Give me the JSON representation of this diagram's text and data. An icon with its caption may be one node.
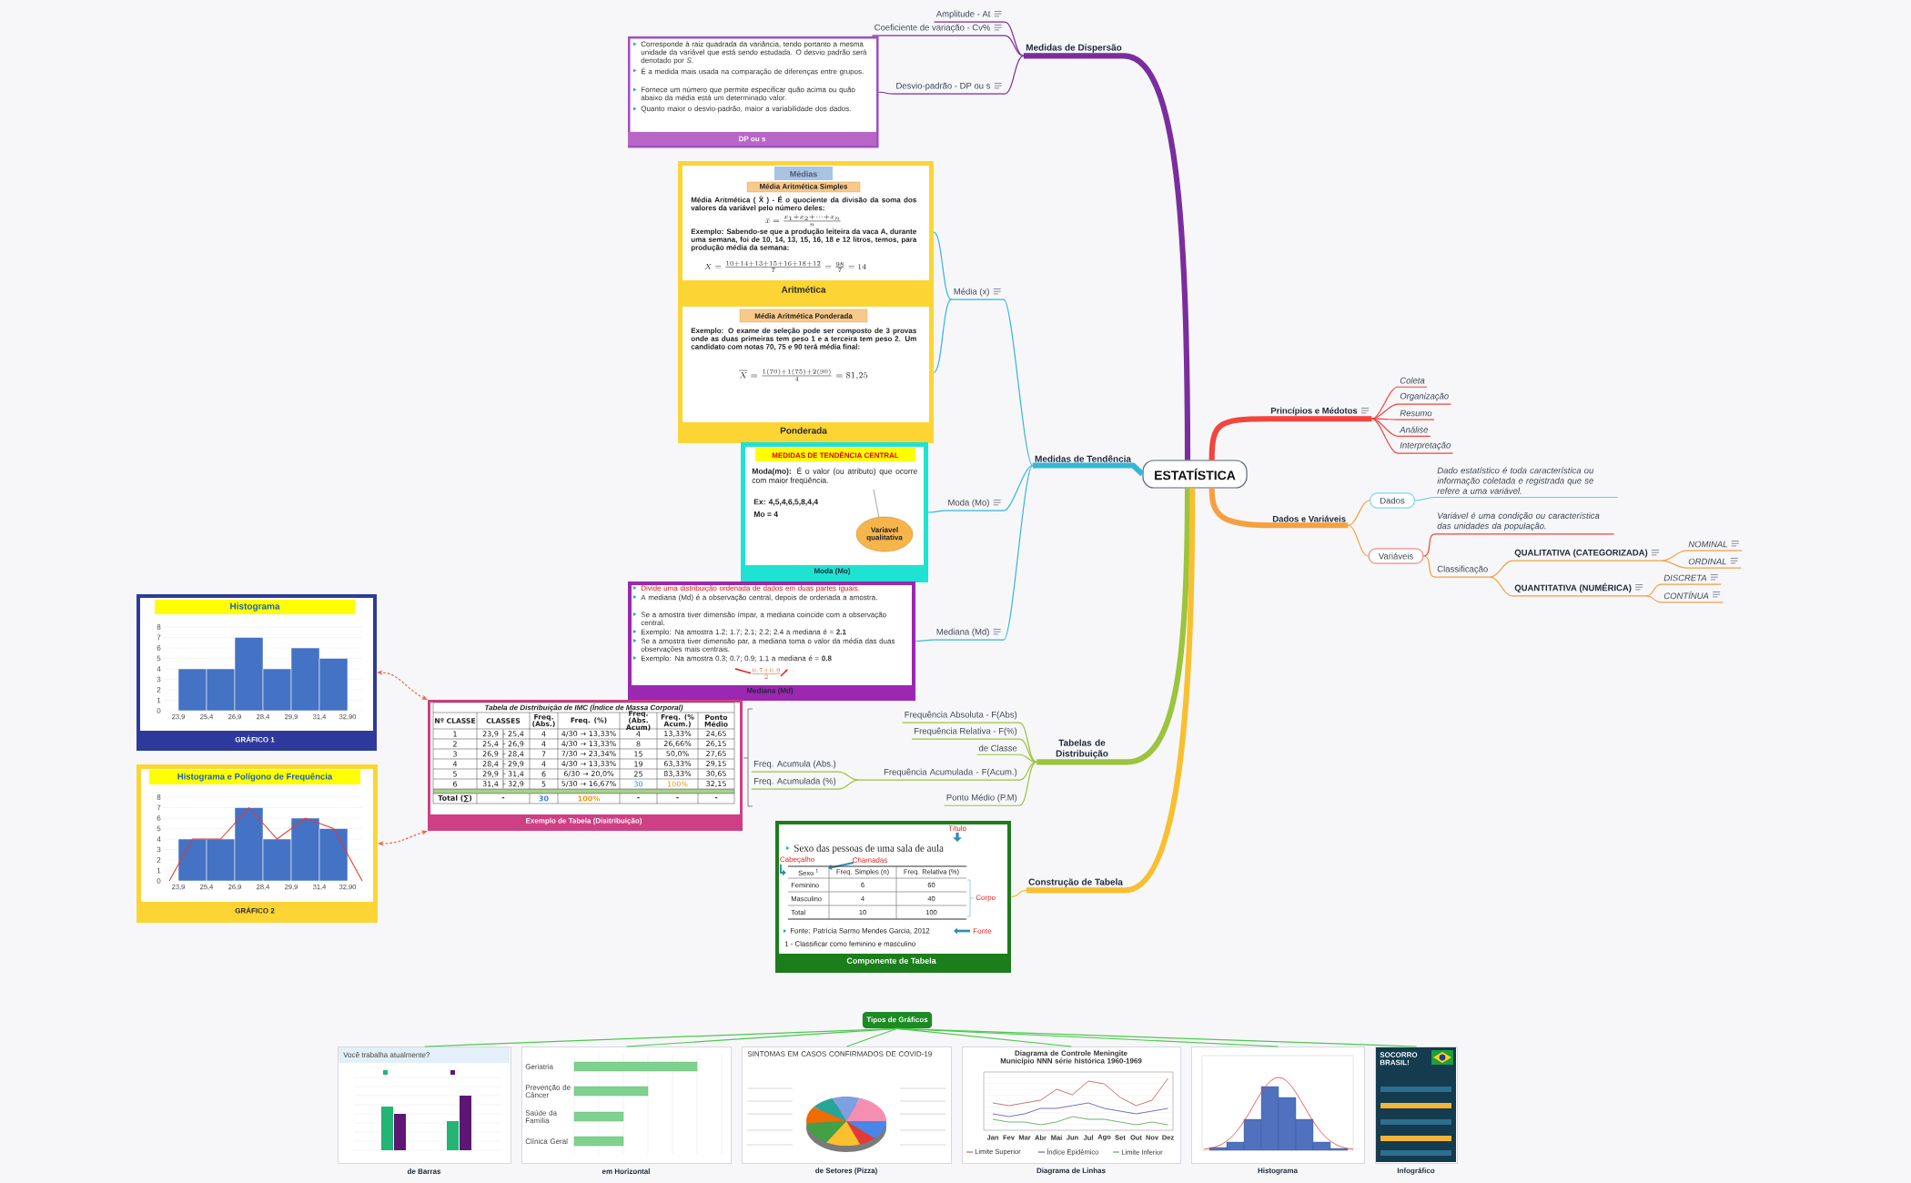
{
  "diagram": {
    "nodes": [
      {
        "text": [
          "ESTATÍSTICA"
        ]
      },
      {
        "text": [
          "Medidas de Dispersão"
        ]
      },
      {
        "text": [
          "Amplitude - At"
        ]
      },
      {
        "text": [
          "Coeficiente de variação - Cv%"
        ]
      },
      {
        "text": [
          "Desvio-padrão - DP ou s"
        ]
      },
      {
        "text": [
          "Corresponde à raiz quadrada da variância, tendo portanto a mesma unidade da variável que está sendo estudada. O desvio padrão será denotado por *S*.",
          "É a medida mais usada na comparação de diferenças entre grupos.",
          "Fornece um número que permite especificar quão acima ou quão abaixo da média está um determinado valor.",
          "Quanto maior o desvio-padrão, maior a variabilidade dos dados.",
          "DP ou s"
        ]
      },
      {
        "text": [
          "Medidas de Tendência"
        ]
      },
      {
        "text": [
          "Média (x)"
        ]
      },
      {
        "text": [
          "Médias",
          "Média Aritmética Simples",
          "Média Aritmética ( X̄ ) - É o quociente da divisão da soma dos valores da variável pelo número deles:",
          "\\bar{x}=\\frac{x_1+x_2+\\cdots+x_n}{n}",
          "Exemplo: Sabendo-se que a produção leiteira da vaca A, durante uma semana, foi de 10, 14, 13, 15, 16, 18 e 12 litros, temos, para produção média da semana:",
          "X=\\frac{10+14+13+15+16+18+12}{7}=\\frac{98}{7}=14",
          "Aritmética"
        ]
      },
      {
        "text": [
          "Média Aritmética Ponderada",
          "Exemplo: O exame de seleção pode ser composto de 3 provas onde as duas primeiras tem peso 1 e a terceira tem peso 2. Um candidato com notas 70, 75 e 90 terá média final:",
          "\\overline{X}=\\frac{1(70)+1(75)+2(90)}{4}=81{,}25",
          "Ponderada"
        ]
      },
      {
        "text": [
          "Moda (Mo)"
        ]
      },
      {
        "text": [
          "MEDIDAS DE TENDÊNCIA CENTRAL",
          "**Moda(mo):** É o valor (ou atributo) que ocorre com maior freqüência.",
          "Ex: 4,5,4,6,5,8,4,4",
          "Mo = 4",
          "Variavel qualitativa",
          "Moda (Mo)"
        ]
      },
      {
        "text": [
          "Mediana (Md)"
        ]
      },
      {
        "text": [
          "Divide uma distribuição ordenada de dados em duas partes iguais.",
          "A mediana (Md) é a observação central, depois de ordenada a amostra.",
          "Se a amostra tiver dimensão ímpar, a mediana coincide com a observação central.",
          "Exemplo: Na amostra 1.2; 1.7; 2.1; 2.2; 2.4 a mediana é = **2.1**",
          "Se a amostra tiver dimensão par, a mediana toma o valor da média das duas observações mais centrais.",
          "Exemplo: Na amostra 0.3; 0.7; 0.9; 1.1 a mediana é = **0.8**",
          "\\frac{0.7+0.9}{2}",
          "Mediana (Md)"
        ]
      },
      {
        "text": [
          "Tabelas de Distribuição"
        ]
      },
      {
        "text": [
          "Frequência Absoluta - F(Abs)"
        ]
      },
      {
        "text": [
          "Frequência Relativa - F(%)"
        ]
      },
      {
        "text": [
          "de Classe"
        ]
      },
      {
        "text": [
          "Frequência Acumulada - F(Acum.)"
        ]
      },
      {
        "text": [
          "Freq. Acumula (Abs.)"
        ]
      },
      {
        "text": [
          "Freq. Acumulada (%)"
        ]
      },
      {
        "text": [
          "Ponto Médio (P.M)"
        ]
      },
      {
        "text": [
          "Tabela de Distribuição de IMC (Índice de Massa Corporal)",
          "Nº CLASSE",
          "CLASSES",
          "Freq. (Abs.)",
          "Freq. (%)",
          "Freq. (Abs. Acum)",
          "Freq. (% Acum.)",
          "Ponto Médio",
          "1",
          "23,9 ├ 25,4",
          "4",
          "4/30 → 13,33%",
          "4",
          "13,33%",
          "24,65",
          "2",
          "25,4 ├ 26,9",
          "4",
          "4/30 → 13,33%",
          "8",
          "26,66%",
          "26,15",
          "3",
          "26,9 ├ 28,4",
          "7",
          "7/30 → 23,34%",
          "15",
          "50,0%",
          "27,65",
          "4",
          "28,4 ├ 29,9",
          "4",
          "4/30 → 13,33%",
          "19",
          "63,33%",
          "29,15",
          "5",
          "29,9 ├ 31,4",
          "6",
          "6/30 → 20,0%",
          "25",
          "83,33%",
          "30,65",
          "6",
          "31,4 ├ 32,9",
          "5",
          "5/30 → 16,67%",
          "30",
          "100%",
          "32,15",
          "Total (∑)",
          "-",
          "30",
          "100%",
          "-",
          "-",
          "-",
          "Exemplo de Tabela (Disitribuição)"
        ]
      },
      {
        "text": [
          "Histograma",
          "8",
          "7",
          "6",
          "5",
          "4",
          "3",
          "2",
          "1",
          "0",
          "23,9",
          "25,4",
          "26,9",
          "28,4",
          "29,9",
          "31,4",
          "32,90",
          "GRÁFICO 1"
        ]
      },
      {
        "text": [
          "Histograma e Polígono de Frequência",
          "8",
          "7",
          "6",
          "5",
          "4",
          "3",
          "2",
          "1",
          "0",
          "23,9",
          "25,4",
          "26,9",
          "28,4",
          "29,9",
          "31,4",
          "32,90",
          "GRÁFICO 2"
        ]
      },
      {
        "text": [
          "Construção de Tabela"
        ]
      },
      {
        "text": [
          "Título",
          "Sexo das pessoas de uma sala de aula",
          "Cabeçalho",
          "Chamadas",
          "Sexo $^{1}$",
          "Freq. Simples (n)",
          "Freq. Relativa (%)",
          "Feminino",
          "6",
          "60",
          "Masculino",
          "4",
          "40",
          "Total",
          "10",
          "100",
          "Corpo",
          "Fonte: Patrícia Sarmo Mendes Garcia, 2012",
          "Fonte",
          "1 - Classificar como feminino e masculino",
          "Componente de Tabela"
        ]
      },
      {
        "text": [
          "Princípios e Médotos"
        ]
      },
      {
        "text": [
          "Coleta"
        ]
      },
      {
        "text": [
          "Organização"
        ]
      },
      {
        "text": [
          "Resumo"
        ]
      },
      {
        "text": [
          "Análise"
        ]
      },
      {
        "text": [
          "Interpretação"
        ]
      },
      {
        "text": [
          "Dados e Variáveis"
        ]
      },
      {
        "text": [
          "Dados"
        ]
      },
      {
        "text": [
          "Dado estatístico é toda característica ou informação coletada e registrada que se refere a uma variável."
        ]
      },
      {
        "text": [
          "Variáveis"
        ]
      },
      {
        "text": [
          "Variável é uma condição ou característica das unidades da população."
        ]
      },
      {
        "text": [
          "Classificação"
        ]
      },
      {
        "text": [
          "QUALITATIVA  (CATEGORIZADA)"
        ]
      },
      {
        "text": [
          "NOMINAL"
        ]
      },
      {
        "text": [
          "ORDINAL"
        ]
      },
      {
        "text": [
          "QUANTITATIVA (NUMÉRICA)"
        ]
      },
      {
        "text": [
          "DISCRETA"
        ]
      },
      {
        "text": [
          "CONTÍNUA"
        ]
      },
      {
        "text": [
          "Tipos de Gráficos"
        ]
      },
      {
        "text": [
          "Você trabalha atualmente?",
          "de Barras"
        ]
      },
      {
        "text": [
          "Geriatria",
          "Prevenção de Câncer",
          "Saúde da Família",
          "Clínica Geral",
          "em Horizontal"
        ]
      },
      {
        "text": [
          "SINTOMAS EM CASOS CONFIRMADOS DE COVID-19",
          "de Setores (Pizza)"
        ]
      },
      {
        "text": [
          "Diagrama de Controle Meningite Município NNN série histórica 1960-1969",
          "Jan",
          "Fev",
          "Mar",
          "Abr",
          "Mai",
          "Jun",
          "Jul",
          "Ago",
          "Set",
          "Out",
          "Nov",
          "Dez",
          "Limite Superior",
          "Índice Epidêmico",
          "Limite Inferior",
          "Diagrama de Linhas"
        ]
      },
      {
        "text": [
          "Histograma"
        ]
      },
      {
        "text": [
          "SOCORRO BRASIL!",
          "Infográfico"
        ]
      }
    ],
    "edges": [
      {
        "from": 0,
        "to": 1,
        "arrow": "none",
        "style": "thick",
        "color": "#7b2d9e"
      },
      {
        "from": 1,
        "to": 2,
        "arrow": "none",
        "color": "#7b2d9e"
      },
      {
        "from": 1,
        "to": 3,
        "arrow": "none",
        "color": "#7b2d9e"
      },
      {
        "from": 1,
        "to": 4,
        "arrow": "none",
        "color": "#7b2d9e"
      },
      {
        "from": 4,
        "to": 5,
        "arrow": "none",
        "color": "#7b2d9e"
      },
      {
        "from": 0,
        "to": 6,
        "arrow": "none",
        "style": "thick",
        "color": "#35b6d8"
      },
      {
        "from": 6,
        "to": 7,
        "arrow": "none",
        "color": "#35b6d8"
      },
      {
        "from": 7,
        "to": 8,
        "arrow": "none",
        "color": "#35b6d8"
      },
      {
        "from": 7,
        "to": 9,
        "arrow": "none",
        "color": "#35b6d8"
      },
      {
        "from": 6,
        "to": 10,
        "arrow": "none",
        "color": "#35b6d8"
      },
      {
        "from": 10,
        "to": 11,
        "arrow": "none",
        "color": "#35b6d8"
      },
      {
        "from": 6,
        "to": 12,
        "arrow": "none",
        "color": "#35b6d8"
      },
      {
        "from": 12,
        "to": 13,
        "arrow": "none",
        "color": "#35b6d8"
      },
      {
        "from": 0,
        "to": 14,
        "arrow": "none",
        "style": "thick",
        "color": "#9cc43c"
      },
      {
        "from": 14,
        "to": 15,
        "arrow": "none",
        "color": "#9cc43c"
      },
      {
        "from": 14,
        "to": 16,
        "arrow": "none",
        "color": "#9cc43c"
      },
      {
        "from": 14,
        "to": 17,
        "arrow": "none",
        "color": "#9cc43c"
      },
      {
        "from": 14,
        "to": 18,
        "arrow": "none",
        "color": "#9cc43c"
      },
      {
        "from": 18,
        "to": 19,
        "arrow": "none",
        "color": "#9cc43c"
      },
      {
        "from": 18,
        "to": 20,
        "arrow": "none",
        "color": "#9cc43c"
      },
      {
        "from": 14,
        "to": 21,
        "arrow": "none",
        "color": "#9cc43c"
      },
      {
        "from": 22,
        "to": 23,
        "arrow": "both",
        "style": "dashed",
        "color": "#f06040"
      },
      {
        "from": 22,
        "to": 24,
        "arrow": "both",
        "style": "dashed",
        "color": "#f06040"
      },
      {
        "from": 0,
        "to": 25,
        "arrow": "none",
        "style": "thick",
        "color": "#f8c030"
      },
      {
        "from": 25,
        "to": 26,
        "arrow": "none",
        "color": "#f8c030"
      },
      {
        "from": 0,
        "to": 27,
        "arrow": "none",
        "style": "thick",
        "color": "#f1453d"
      },
      {
        "from": 27,
        "to": 28,
        "arrow": "none",
        "color": "#f1453d"
      },
      {
        "from": 27,
        "to": 29,
        "arrow": "none",
        "color": "#f1453d"
      },
      {
        "from": 27,
        "to": 30,
        "arrow": "none",
        "color": "#f1453d"
      },
      {
        "from": 27,
        "to": 31,
        "arrow": "none",
        "color": "#f1453d"
      },
      {
        "from": 27,
        "to": 32,
        "arrow": "none",
        "color": "#f1453d"
      },
      {
        "from": 0,
        "to": 33,
        "arrow": "none",
        "style": "thick",
        "color": "#f6a03f"
      },
      {
        "from": 33,
        "to": 34,
        "arrow": "none",
        "color": "#f6a03f"
      },
      {
        "from": 34,
        "to": 35,
        "arrow": "none",
        "color": "#62c6f0"
      },
      {
        "from": 33,
        "to": 36,
        "arrow": "none",
        "color": "#f6a03f"
      },
      {
        "from": 36,
        "to": 37,
        "arrow": "none",
        "color": "#f1453d"
      },
      {
        "from": 36,
        "to": 38,
        "arrow": "none",
        "color": "#f6a03f"
      },
      {
        "from": 38,
        "to": 39,
        "arrow": "none",
        "color": "#f6a03f"
      },
      {
        "from": 39,
        "to": 40,
        "arrow": "none",
        "color": "#f6a03f"
      },
      {
        "from": 39,
        "to": 41,
        "arrow": "none",
        "color": "#f6a03f"
      },
      {
        "from": 38,
        "to": 42,
        "arrow": "none",
        "color": "#f6a03f"
      },
      {
        "from": 42,
        "to": 43,
        "arrow": "none",
        "color": "#f6a03f"
      },
      {
        "from": 42,
        "to": 44,
        "arrow": "none",
        "color": "#f6a03f"
      },
      {
        "from": 45,
        "to": 46,
        "arrow": "none",
        "color": "#4cc94c"
      },
      {
        "from": 45,
        "to": 47,
        "arrow": "none",
        "color": "#4cc94c"
      },
      {
        "from": 45,
        "to": 48,
        "arrow": "none",
        "color": "#4cc94c"
      },
      {
        "from": 45,
        "to": 49,
        "arrow": "none",
        "color": "#4cc94c"
      },
      {
        "from": 45,
        "to": 50,
        "arrow": "none",
        "color": "#4cc94c"
      },
      {
        "from": 45,
        "to": 51,
        "arrow": "none",
        "color": "#4cc94c"
      }
    ]
  }
}
